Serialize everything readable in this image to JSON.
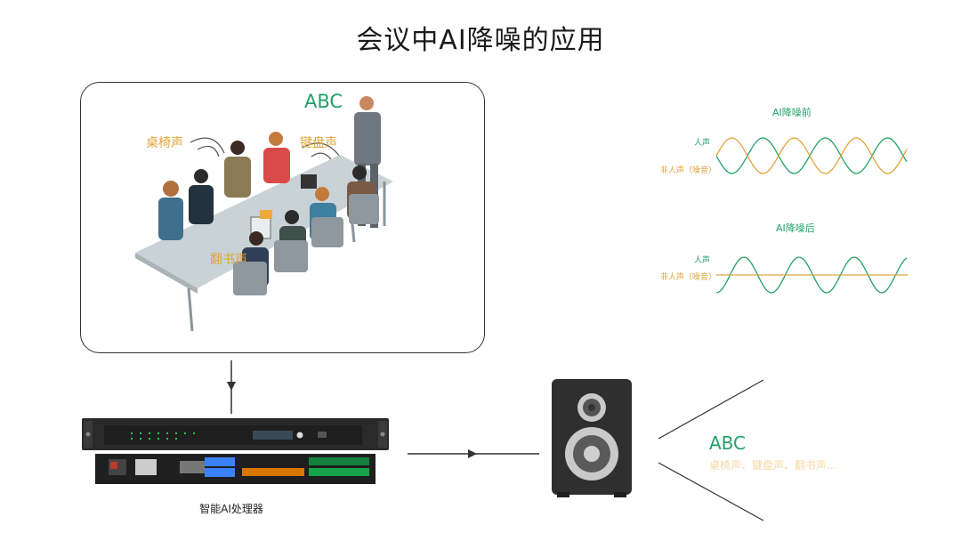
{
  "title": "会议中AI降噪的应用",
  "meeting": {
    "speech_label": "ABC",
    "noise_labels": {
      "chair": "桌椅声",
      "keyboard": "键盘声",
      "page": "翻书声"
    }
  },
  "waves_before": {
    "title": "AI降噪前",
    "voice_label": "人声",
    "noise_label": "非人声（噪音）"
  },
  "waves_after": {
    "title": "AI降噪后",
    "voice_label": "人声",
    "noise_label": "非人声（噪音）"
  },
  "processor": {
    "label": "智能AI处理器",
    "display_text": ""
  },
  "output": {
    "speech_label": "ABC",
    "residual_noise": "桌椅声、键盘声、翻书声..."
  },
  "colors": {
    "green": "#22a06b",
    "orange": "#e0a43a",
    "dark": "#2b2b2b"
  }
}
